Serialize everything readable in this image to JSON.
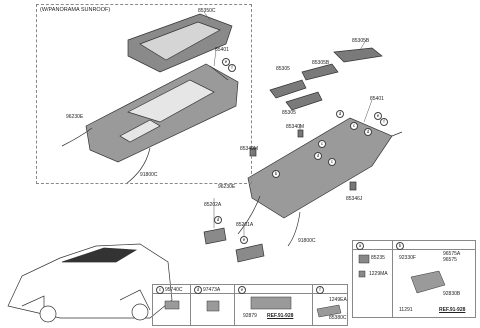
{
  "sunroof_caption": "(W/PANORAMA SUNROOF)",
  "parts": {
    "p85350C": "85350C",
    "p85401a": "85401",
    "p96230E_a": "96230E",
    "p91800C_a": "91800C",
    "p85305B": "85305B",
    "p85305_a": "85305",
    "p85305B_b": "85305B",
    "p85305_b": "85305",
    "p85401b": "85401",
    "p85340M_a": "85340M",
    "p85340M_b": "85340M",
    "p96230E_b": "96230E",
    "p85346J": "85346J",
    "p85202A": "85202A",
    "p85201A": "85201A",
    "p91800C_b": "91800C"
  },
  "bubbles": {
    "a": "a",
    "b": "b",
    "c": "c",
    "d": "d",
    "e": "e",
    "f": "f"
  },
  "table_right": {
    "a": "a",
    "b": "b",
    "a_parts": [
      "85235",
      "1229MA"
    ],
    "b_parts": [
      "92330F",
      "96575A",
      "96575",
      "92830B",
      "11291"
    ],
    "b_ref": "REF.91-928"
  },
  "table_bottom": {
    "c": "c",
    "c_part": "95740C",
    "d": "d",
    "d_part": "97473A",
    "e": "e",
    "e_parts": [
      "92879"
    ],
    "e_ref": "REF.91-928",
    "f": "f",
    "f_parts": [
      "1249EA",
      "85380C"
    ]
  }
}
